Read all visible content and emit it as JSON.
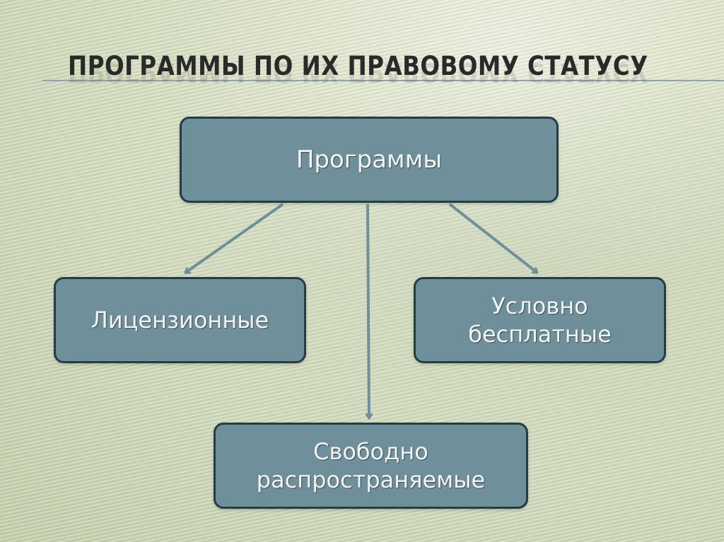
{
  "slide": {
    "title": "ПРОГРАММЫ ПО ИХ ПРАВОВОМУ СТАТУСУ"
  },
  "diagram": {
    "root": "Программы",
    "children": {
      "licensed": "Лицензионные",
      "shareware": "Условно\nбесплатные",
      "freeware": "Свободно\nраспространяемые"
    }
  },
  "colors": {
    "box_fill": "#6f8f9a",
    "box_border": "#243d45",
    "box_text": "#f2f4f4",
    "arrow": "#6f8f9a",
    "title_text": "#2a2a2a",
    "background": "#d8dfc3"
  }
}
